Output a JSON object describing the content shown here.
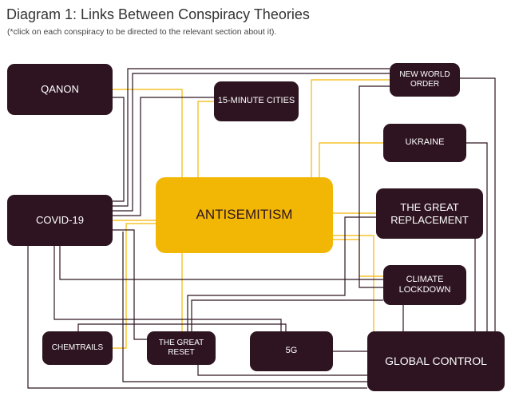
{
  "header": {
    "title": "Diagram 1: Links Between Conspiracy Theories",
    "subtitle": "(*click on each conspiracy to be directed to the relevant section about it)."
  },
  "nodes": {
    "qanon": "QANON",
    "fifteen_minute_cities": "15-MINUTE CITIES",
    "new_world_order": "NEW WORLD ORDER",
    "ukraine": "UKRAINE",
    "covid19": "COVID-19",
    "antisemitism": "ANTISEMITISM",
    "great_replacement": "THE GREAT REPLACEMENT",
    "climate_lockdown": "CLIMATE LOCKDOWN",
    "chemtrails": "CHEMTRAILS",
    "great_reset": "THE GREAT RESET",
    "five_g": "5G",
    "global_control": "GLOBAL CONTROL"
  },
  "colors": {
    "node_fill": "#2e1421",
    "central_fill": "#f2b705",
    "link_dark": "#2e1421",
    "link_gold": "#f2b705"
  }
}
